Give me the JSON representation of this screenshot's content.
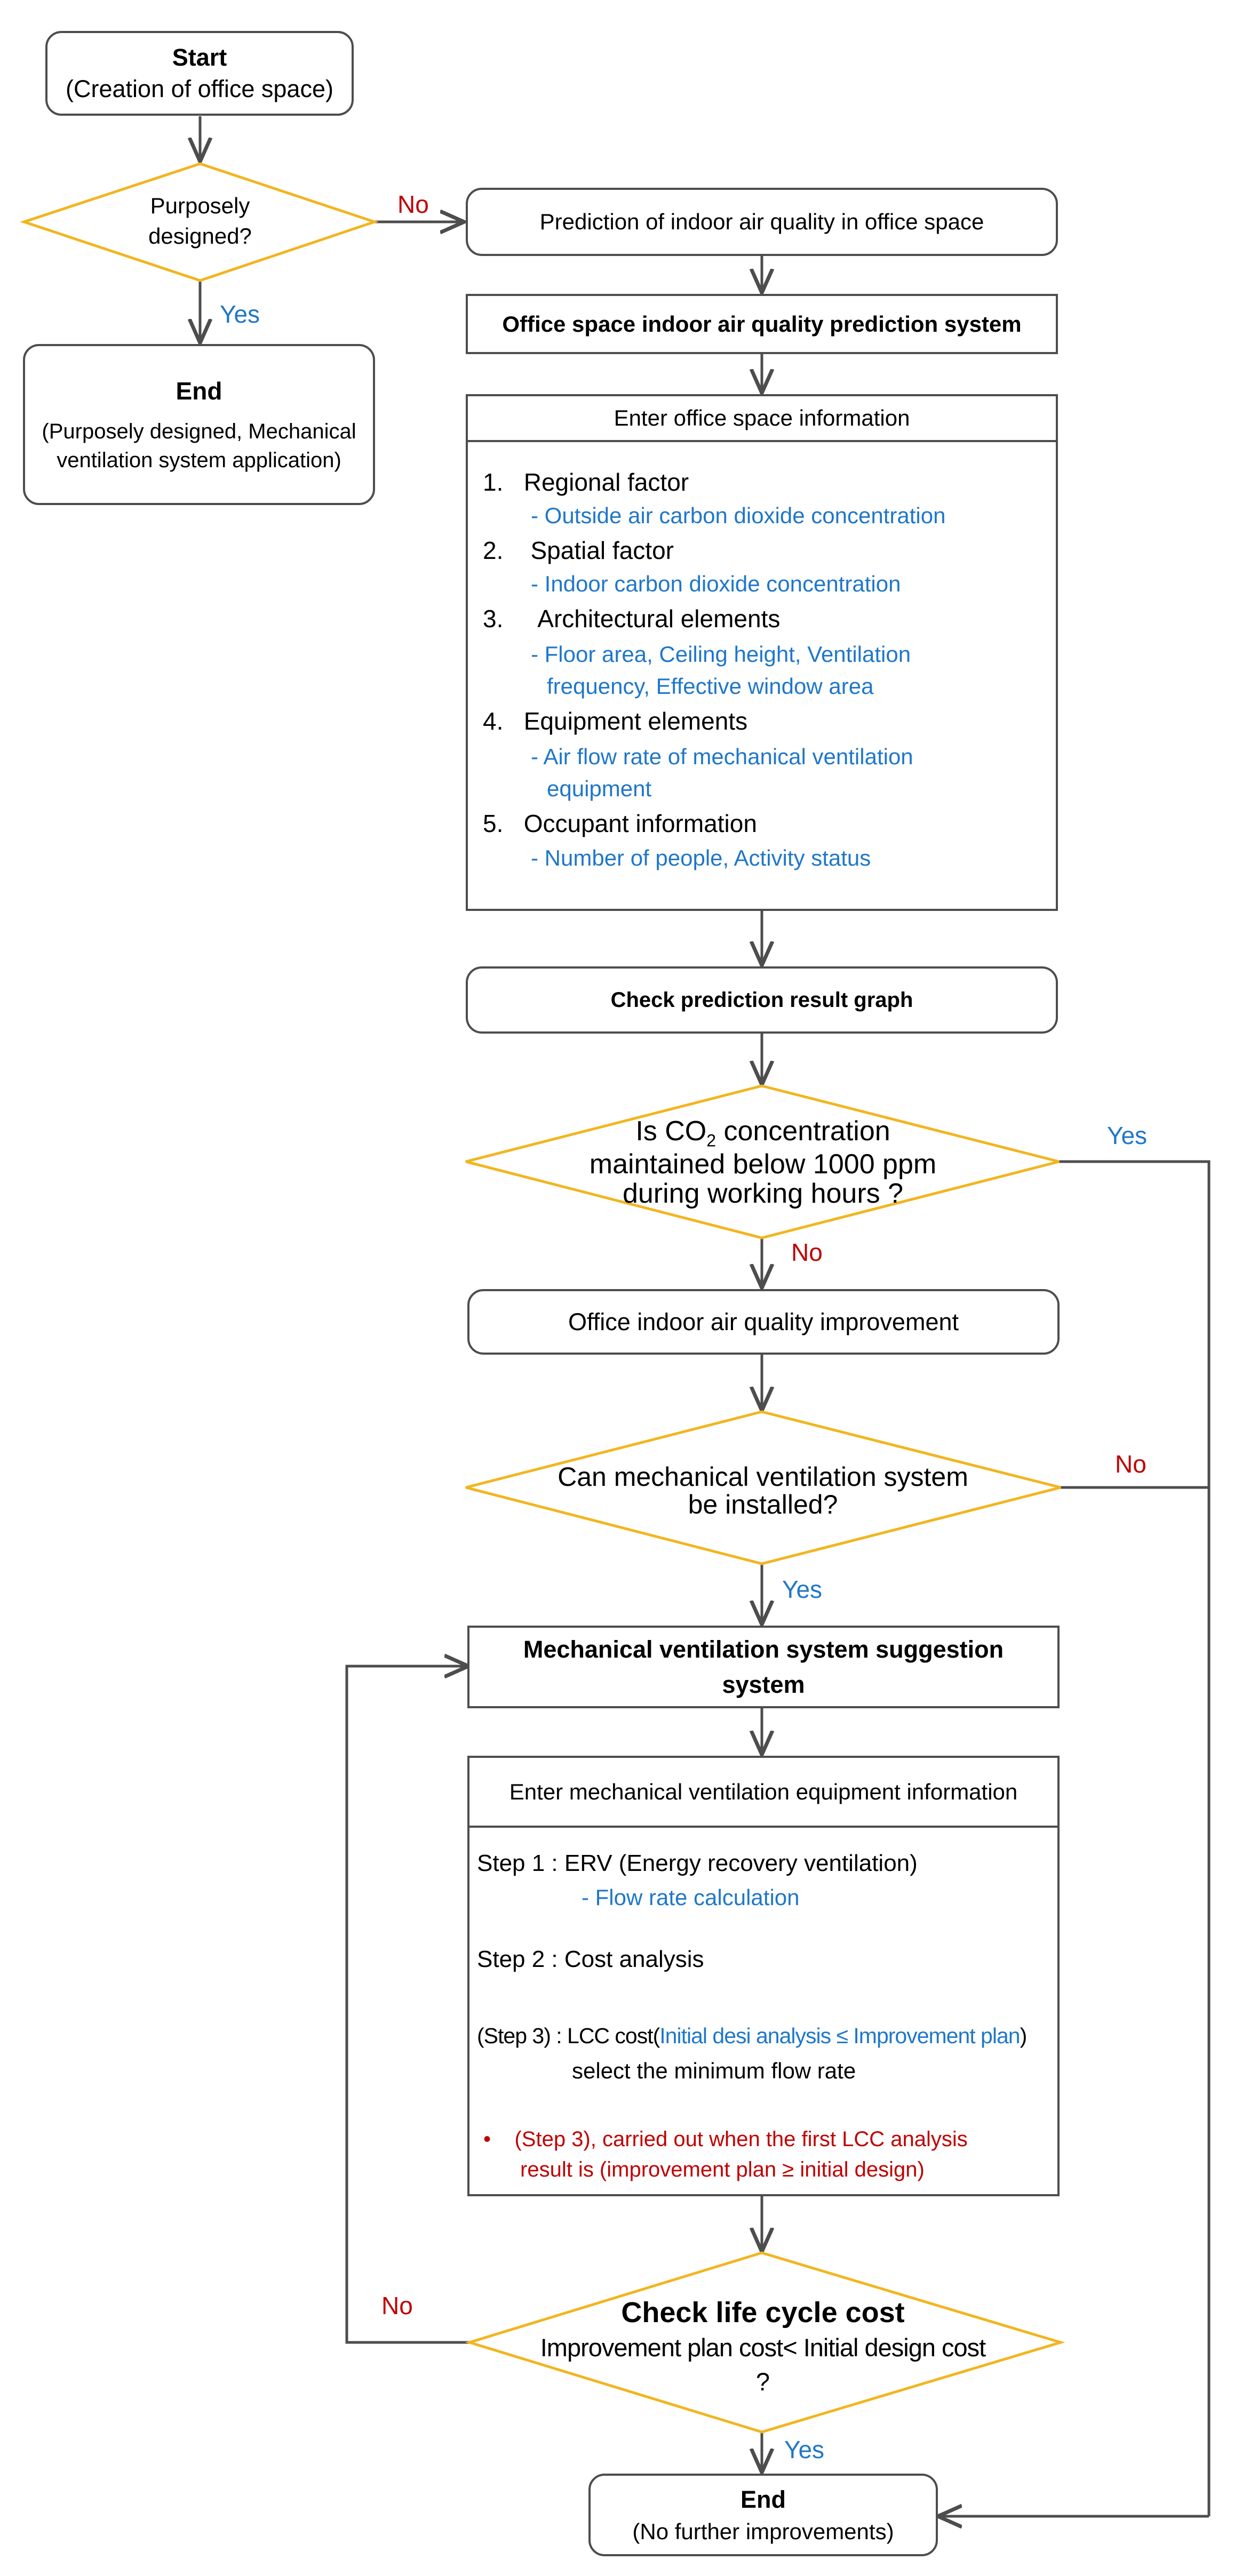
{
  "start": {
    "title": "Start",
    "subtitle": "(Creation of office space)"
  },
  "purposely": {
    "line1": "Purposely",
    "line2": "designed?",
    "yes": "Yes",
    "no": "No"
  },
  "end_top": {
    "title": "End",
    "line1": "(Purposely designed, Mechanical",
    "line2": "ventilation system application)"
  },
  "prediction": {
    "label": "Prediction of indoor air quality in office space"
  },
  "prediction_system": {
    "label": "Office space indoor air quality prediction system"
  },
  "office_info": {
    "header": "Enter office space information",
    "items": [
      {
        "num": "1.",
        "title": "Regional factor",
        "details": [
          "- Outside air carbon dioxide concentration"
        ]
      },
      {
        "num": "2.",
        "title": "Spatial factor",
        "details": [
          "- Indoor carbon dioxide concentration"
        ]
      },
      {
        "num": "3.",
        "title": "Architectural elements",
        "details": [
          "- Floor area, Ceiling height, Ventilation",
          "frequency, Effective window area"
        ]
      },
      {
        "num": "4.",
        "title": "Equipment elements",
        "details": [
          "- Air flow rate of mechanical ventilation",
          "equipment"
        ]
      },
      {
        "num": "5.",
        "title": "Occupant information",
        "details": [
          "- Number of people, Activity status"
        ]
      }
    ]
  },
  "check_graph": {
    "label": "Check prediction result graph"
  },
  "co2": {
    "line1_a": "Is CO",
    "line1_sub": "2",
    "line1_b": " concentration",
    "line2": "maintained below 1000 ppm",
    "line3": "during working hours ?",
    "yes": "Yes",
    "no": "No"
  },
  "improvement": {
    "label": "Office indoor air quality improvement"
  },
  "mech_install": {
    "line1": "Can mechanical ventilation system",
    "line2": "be installed?",
    "yes": "Yes",
    "no": "No"
  },
  "suggestion": {
    "line1": "Mechanical ventilation system suggestion",
    "line2": "system"
  },
  "mech_info": {
    "header": "Enter mechanical ventilation equipment information",
    "step1": "Step 1 : ERV (Energy recovery ventilation)",
    "step1_detail": "- Flow rate calculation",
    "step2": "Step 2 : Cost analysis",
    "step3_prefix": "(Step 3) : LCC cost(",
    "step3_blue": "Initial desi analysis ≤ Improvement plan",
    "step3_suffix": ")",
    "step3_line2": "select the minimum flow rate",
    "note_bullet": "•",
    "note_line1": "(Step 3), carried out when the first LCC analysis",
    "note_line2": "result is (improvement plan ≥ initial design)"
  },
  "lcc": {
    "title": "Check life cycle cost",
    "line2": "Improvement plan cost< Initial design cost",
    "line3": "?",
    "yes": "Yes",
    "no": "No"
  },
  "end_bottom": {
    "title": "End",
    "subtitle": "(No further improvements)"
  },
  "colors": {
    "arrow": "#4d4d4d",
    "diamond": "#f2b51f",
    "yes": "#1f77c9",
    "no": "#c00000"
  }
}
